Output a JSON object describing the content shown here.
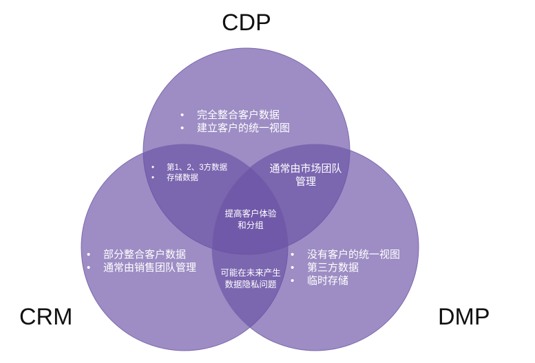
{
  "sets": {
    "cdp": {
      "label": "CDP",
      "items": [
        "完全整合客户数据",
        "建立客户的统一视图"
      ]
    },
    "crm": {
      "label": "CRM",
      "items": [
        "部分整合客户数据",
        "通常由销售团队管理"
      ]
    },
    "dmp": {
      "label": "DMP",
      "items": [
        "没有客户的统一视图",
        "第三方数据",
        "临时存储"
      ]
    }
  },
  "overlaps": {
    "cdp_crm": {
      "items": [
        "第1、2、3方数据",
        "存储数据"
      ]
    },
    "cdp_dmp": {
      "lines": [
        "通常由市场团队",
        "管理"
      ]
    },
    "crm_dmp": {
      "lines": [
        "可能在未来产生",
        "数据隐私问题"
      ]
    },
    "all": {
      "lines": [
        "提高客户体验",
        "和分组"
      ]
    }
  },
  "colors": {
    "circle_fill": "#6b52a6",
    "circle_stroke": "#7c67ad"
  }
}
